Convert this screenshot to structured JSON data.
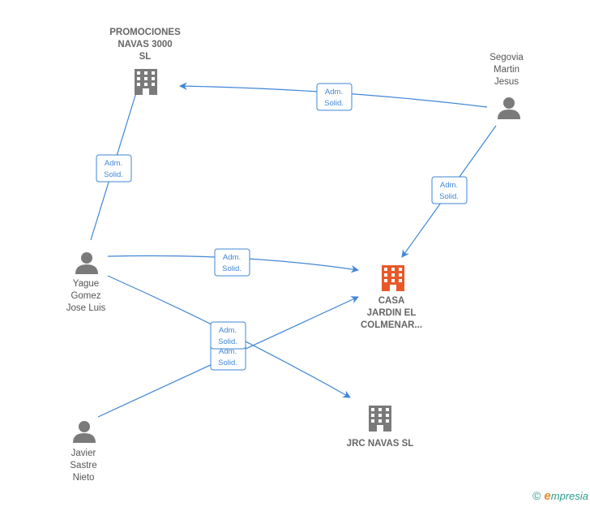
{
  "nodes": {
    "promociones": {
      "lines": [
        "PROMOCIONES",
        "NAVAS 3000",
        "SL"
      ],
      "type": "company"
    },
    "segovia": {
      "lines": [
        "Segovia",
        "Martin",
        "Jesus"
      ],
      "type": "person"
    },
    "yague": {
      "lines": [
        "Yague",
        "Gomez",
        "Jose Luis"
      ],
      "type": "person"
    },
    "casa": {
      "lines": [
        "CASA",
        "JARDIN EL",
        "COLMENAR..."
      ],
      "type": "company-focus"
    },
    "javier": {
      "lines": [
        "Javier",
        "Sastre",
        "Nieto"
      ],
      "type": "person"
    },
    "jrc": {
      "lines": [
        "JRC NAVAS  SL"
      ],
      "type": "company"
    }
  },
  "edge_label": [
    "Adm.",
    "Solid."
  ],
  "edges": [
    {
      "from": "segovia",
      "to": "promociones",
      "label": [
        "Adm.",
        "Solid."
      ]
    },
    {
      "from": "segovia",
      "to": "casa",
      "label": [
        "Adm.",
        "Solid."
      ]
    },
    {
      "from": "yague",
      "to": "promociones",
      "label": [
        "Adm.",
        "Solid."
      ]
    },
    {
      "from": "yague",
      "to": "casa",
      "label": [
        "Adm.",
        "Solid."
      ]
    },
    {
      "from": "yague",
      "to": "jrc",
      "label": [
        "Adm.",
        "Solid."
      ]
    },
    {
      "from": "javier",
      "to": "casa",
      "label": [
        "Adm.",
        "Solid."
      ]
    }
  ],
  "colors": {
    "edge": "#3f86d6",
    "company": "#7a7a7a",
    "focus": "#e8592a",
    "person": "#7a7a7a"
  },
  "footer": {
    "copyright": "©",
    "brand_initial": "e",
    "brand_rest": "mpresia"
  }
}
